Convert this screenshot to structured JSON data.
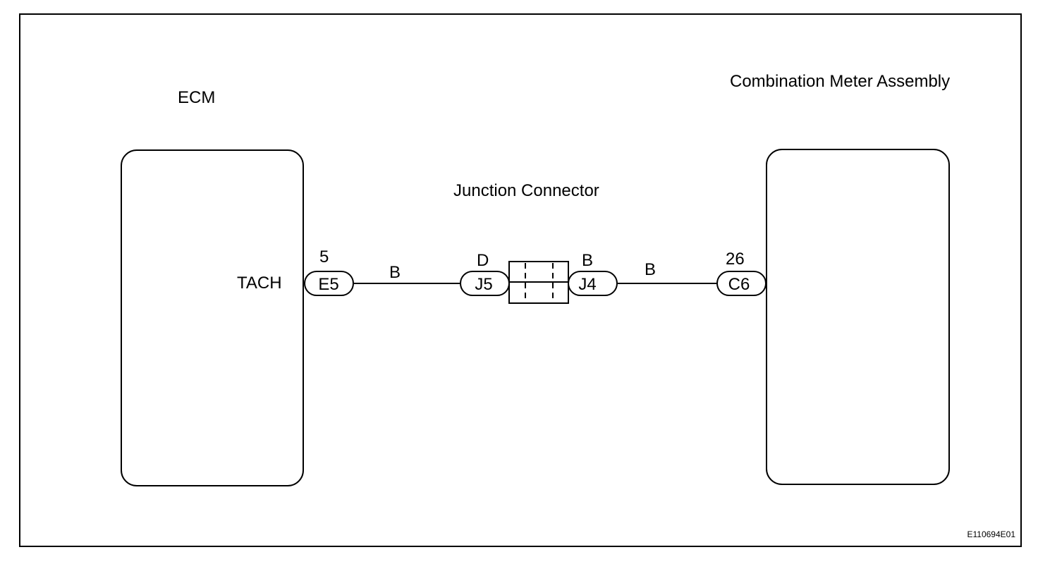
{
  "diagram": {
    "ecm_label": "ECM",
    "meter_label": "Combination Meter Assembly",
    "junction_label": "Junction Connector",
    "signal_label": "TACH",
    "figure_code": "E110694E01",
    "connectors": {
      "e5": {
        "code": "E5",
        "pin": "5"
      },
      "j5": {
        "code": "J5",
        "pin": "D"
      },
      "j4": {
        "code": "J4",
        "pin": "B"
      },
      "c6": {
        "code": "C6",
        "pin": "26"
      }
    },
    "wires": {
      "ecm_to_junction": {
        "color_code": "B"
      },
      "junction_to_meter": {
        "color_code": "B"
      }
    }
  }
}
